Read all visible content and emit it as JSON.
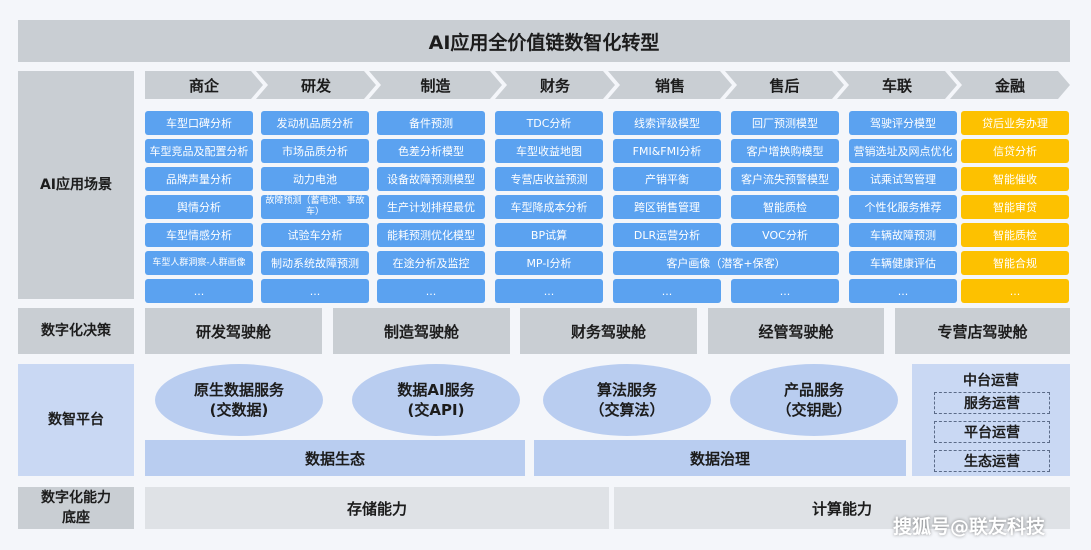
{
  "title": "AI应用全价值链数智化转型",
  "row_labels": {
    "ai_scene": "AI应用场景",
    "decision": "数字化决策",
    "platform": "数智平台",
    "base_line1": "数字化能力",
    "base_line2": "底座"
  },
  "stages": [
    "商企",
    "研发",
    "制造",
    "财务",
    "销售",
    "售后",
    "车联",
    "金融"
  ],
  "columns": [
    [
      "车型口碑分析",
      "车型竞品及配置分析",
      "品牌声量分析",
      "舆情分析",
      "车型情感分析",
      "车型人群洞察-人群画像",
      "..."
    ],
    [
      "发动机品质分析",
      "市场品质分析",
      "动力电池",
      "故障预测（蓄电池、事故车）",
      "试验车分析",
      "制动系统故障预测",
      "..."
    ],
    [
      "备件预测",
      "色差分析模型",
      "设备故障预测模型",
      "生产计划排程最优",
      "能耗预测优化模型",
      "在途分析及监控",
      "..."
    ],
    [
      "TDC分析",
      "车型收益地图",
      "专营店收益预测",
      "车型降成本分析",
      "BP试算",
      "MP-I分析",
      "..."
    ],
    [
      "线索评级模型",
      "FMI&FMI分析",
      "产销平衡",
      "跨区销售管理",
      "DLR运营分析",
      "..."
    ],
    [
      "回厂预测模型",
      "客户增换购模型",
      "客户流失预警模型",
      "智能质检",
      "VOC分析",
      "..."
    ],
    [
      "驾驶评分模型",
      "营销选址及网点优化",
      "试乘试驾管理",
      "个性化服务推荐",
      "车辆故障预测",
      "车辆健康评估",
      "..."
    ],
    [
      "贷后业务办理",
      "信贷分析",
      "智能催收",
      "智能审贷",
      "智能质检",
      "智能合规",
      "..."
    ]
  ],
  "customer_profile": "客户画像（潜客+保客）",
  "cockpits": [
    "研发驾驶舱",
    "制造驾驶舱",
    "财务驾驶舱",
    "经管驾驶舱",
    "专营店驾驶舱"
  ],
  "services": [
    {
      "line1": "原生数据服务",
      "line2": "(交数据)"
    },
    {
      "line1": "数据AI服务",
      "line2": "(交API)"
    },
    {
      "line1": "算法服务",
      "line2": "（交算法）"
    },
    {
      "line1": "产品服务",
      "line2": "（交钥匙）"
    }
  ],
  "platform_bars": [
    "数据生态",
    "数据治理"
  ],
  "operations": {
    "title": "中台运营",
    "items": [
      "服务运营",
      "平台运营",
      "生态运营"
    ]
  },
  "capabilities": [
    "存储能力",
    "计算能力"
  ],
  "watermark": "搜狐号@联友科技",
  "colors": {
    "cell_blue": "#5ba2f0",
    "cell_gold": "#fdc100",
    "gray": "#c9ced3",
    "light_blue": "#b9cdf0"
  }
}
